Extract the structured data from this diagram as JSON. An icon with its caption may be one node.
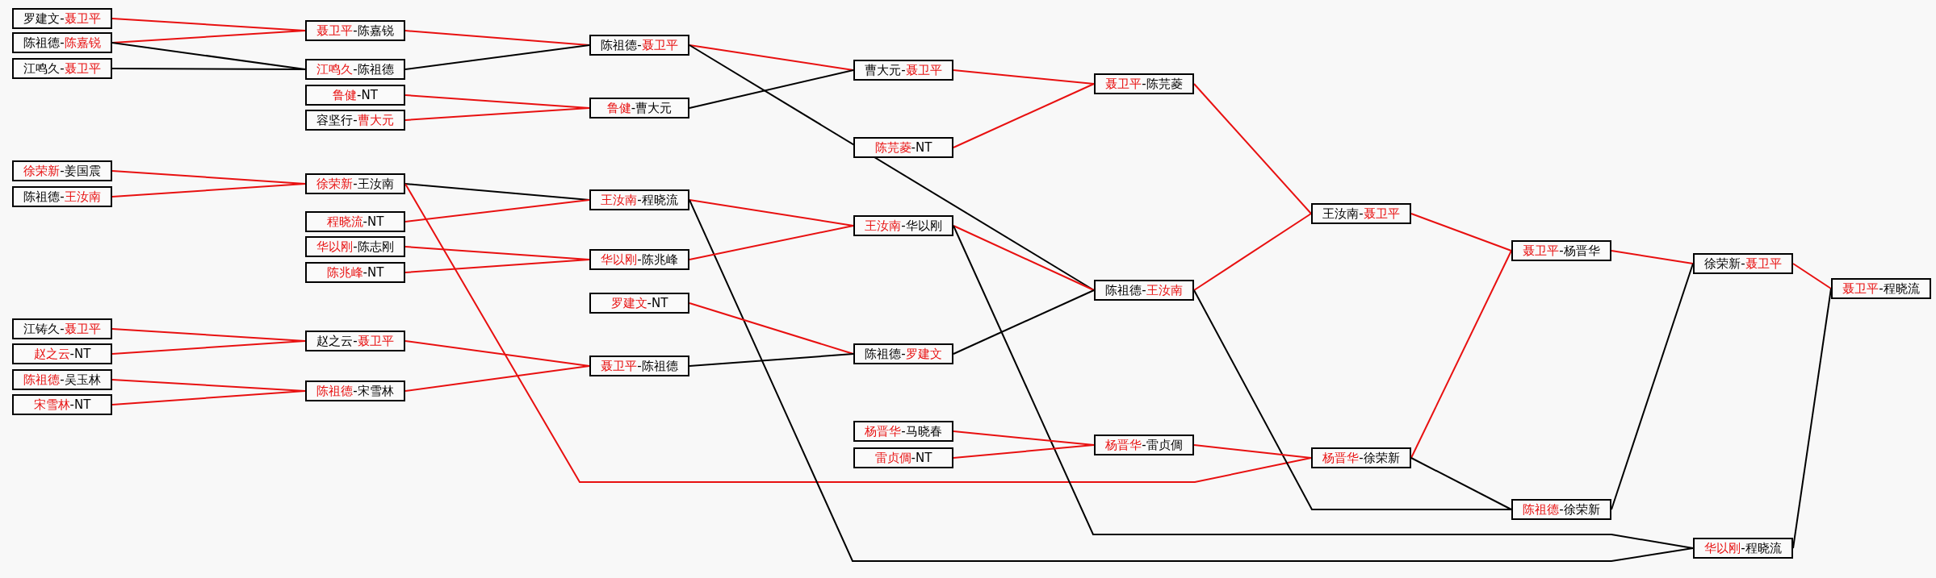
{
  "diagram": {
    "nodes": [
      {
        "text": [
          "罗建文-**聂卫平**"
        ]
      },
      {
        "text": [
          "陈祖德-**陈嘉锐**"
        ]
      },
      {
        "text": [
          "江鸣久-**聂卫平**"
        ]
      },
      {
        "text": [
          "**聂卫平**-陈嘉锐"
        ]
      },
      {
        "text": [
          "**江鸣久**-陈祖德"
        ]
      },
      {
        "text": [
          "**鲁健**-NT"
        ]
      },
      {
        "text": [
          "容坚行-**曹大元**"
        ]
      },
      {
        "text": [
          "陈祖德-**聂卫平**"
        ]
      },
      {
        "text": [
          "**鲁健**-曹大元"
        ]
      },
      {
        "text": [
          "**徐荣新**-姜国震"
        ]
      },
      {
        "text": [
          "陈祖德-**王汝南**"
        ]
      },
      {
        "text": [
          "**徐荣新**-王汝南"
        ]
      },
      {
        "text": [
          "**程晓流**-NT"
        ]
      },
      {
        "text": [
          "**华以刚**-陈志刚"
        ]
      },
      {
        "text": [
          "**陈兆峰**-NT"
        ]
      },
      {
        "text": [
          "**王汝南**-程晓流"
        ]
      },
      {
        "text": [
          "**华以刚**-陈兆峰"
        ]
      },
      {
        "text": [
          "曹大元-**聂卫平**"
        ]
      },
      {
        "text": [
          "**陈芫菱**-NT"
        ]
      },
      {
        "text": [
          "**王汝南**-华以刚"
        ]
      },
      {
        "text": [
          "**聂卫平**-陈芫菱"
        ]
      },
      {
        "text": [
          "陈祖德-**王汝南**"
        ]
      },
      {
        "text": [
          "**罗建文**-NT"
        ]
      },
      {
        "text": [
          "江铸久-**聂卫平**"
        ]
      },
      {
        "text": [
          "**赵之云**-NT"
        ]
      },
      {
        "text": [
          "**陈祖德**-吴玉林"
        ]
      },
      {
        "text": [
          "**宋雪林**-NT"
        ]
      },
      {
        "text": [
          "赵之云-**聂卫平**"
        ]
      },
      {
        "text": [
          "**陈祖德**-宋雪林"
        ]
      },
      {
        "text": [
          "**聂卫平**-陈祖德"
        ]
      },
      {
        "text": [
          "陈祖德-**罗建文**"
        ]
      },
      {
        "text": [
          "**杨晋华**-马晓春"
        ]
      },
      {
        "text": [
          "**雷贞倜**-NT"
        ]
      },
      {
        "text": [
          "**杨晋华**-雷贞倜"
        ]
      },
      {
        "text": [
          "王汝南-**聂卫平**"
        ]
      },
      {
        "text": [
          "**杨晋华**-徐荣新"
        ]
      },
      {
        "text": [
          "**聂卫平**-杨晋华"
        ]
      },
      {
        "text": [
          "**陈祖德**-徐荣新"
        ]
      },
      {
        "text": [
          "徐荣新-**聂卫平**"
        ]
      },
      {
        "text": [
          "**华以刚**-程晓流"
        ]
      },
      {
        "text": [
          "**聂卫平**-程晓流"
        ]
      }
    ],
    "edges": [
      {
        "from": 0,
        "to": 3,
        "arrow": "none"
      },
      {
        "from": 1,
        "to": 3,
        "arrow": "none"
      },
      {
        "from": 1,
        "to": 4,
        "arrow": "none",
        "color": "#000000"
      },
      {
        "from": 2,
        "to": 4,
        "arrow": "none",
        "color": "#000000"
      },
      {
        "from": 3,
        "to": 7,
        "arrow": "none"
      },
      {
        "from": 4,
        "to": 7,
        "arrow": "none",
        "color": "#000000"
      },
      {
        "from": 5,
        "to": 8,
        "arrow": "none"
      },
      {
        "from": 6,
        "to": 8,
        "arrow": "none"
      },
      {
        "from": 7,
        "to": 17,
        "arrow": "none"
      },
      {
        "from": 7,
        "to": 21,
        "arrow": "none",
        "color": "#000000"
      },
      {
        "from": 8,
        "to": 17,
        "arrow": "none",
        "color": "#000000"
      },
      {
        "from": 9,
        "to": 11,
        "arrow": "none"
      },
      {
        "from": 10,
        "to": 11,
        "arrow": "none"
      },
      {
        "from": 11,
        "to": 15,
        "arrow": "none",
        "color": "#000000"
      },
      {
        "from": 11,
        "to": 35,
        "arrow": "none"
      },
      {
        "from": 12,
        "to": 15,
        "arrow": "none"
      },
      {
        "from": 13,
        "to": 16,
        "arrow": "none"
      },
      {
        "from": 14,
        "to": 16,
        "arrow": "none"
      },
      {
        "from": 15,
        "to": 19,
        "arrow": "none"
      },
      {
        "from": 15,
        "to": 39,
        "arrow": "none",
        "color": "#000000"
      },
      {
        "from": 16,
        "to": 19,
        "arrow": "none"
      },
      {
        "from": 17,
        "to": 20,
        "arrow": "none"
      },
      {
        "from": 18,
        "to": 20,
        "arrow": "none"
      },
      {
        "from": 19,
        "to": 21,
        "arrow": "none"
      },
      {
        "from": 19,
        "to": 39,
        "arrow": "none",
        "color": "#000000"
      },
      {
        "from": 20,
        "to": 34,
        "arrow": "none"
      },
      {
        "from": 21,
        "to": 34,
        "arrow": "none"
      },
      {
        "from": 21,
        "to": 37,
        "arrow": "none",
        "color": "#000000"
      },
      {
        "from": 22,
        "to": 30,
        "arrow": "none"
      },
      {
        "from": 29,
        "to": 30,
        "arrow": "none",
        "color": "#000000"
      },
      {
        "from": 23,
        "to": 27,
        "arrow": "none"
      },
      {
        "from": 24,
        "to": 27,
        "arrow": "none"
      },
      {
        "from": 25,
        "to": 28,
        "arrow": "none"
      },
      {
        "from": 26,
        "to": 28,
        "arrow": "none"
      },
      {
        "from": 27,
        "to": 29,
        "arrow": "none"
      },
      {
        "from": 28,
        "to": 29,
        "arrow": "none"
      },
      {
        "from": 30,
        "to": 21,
        "arrow": "none",
        "color": "#000000"
      },
      {
        "from": 31,
        "to": 33,
        "arrow": "none"
      },
      {
        "from": 32,
        "to": 33,
        "arrow": "none"
      },
      {
        "from": 33,
        "to": 35,
        "arrow": "none"
      },
      {
        "from": 34,
        "to": 36,
        "arrow": "none"
      },
      {
        "from": 35,
        "to": 36,
        "arrow": "none"
      },
      {
        "from": 35,
        "to": 37,
        "arrow": "none",
        "color": "#000000"
      },
      {
        "from": 36,
        "to": 38,
        "arrow": "none"
      },
      {
        "from": 37,
        "to": 38,
        "arrow": "none",
        "color": "#000000"
      },
      {
        "from": 38,
        "to": 40,
        "arrow": "none"
      },
      {
        "from": 39,
        "to": 40,
        "arrow": "none",
        "color": "#000000"
      }
    ]
  }
}
